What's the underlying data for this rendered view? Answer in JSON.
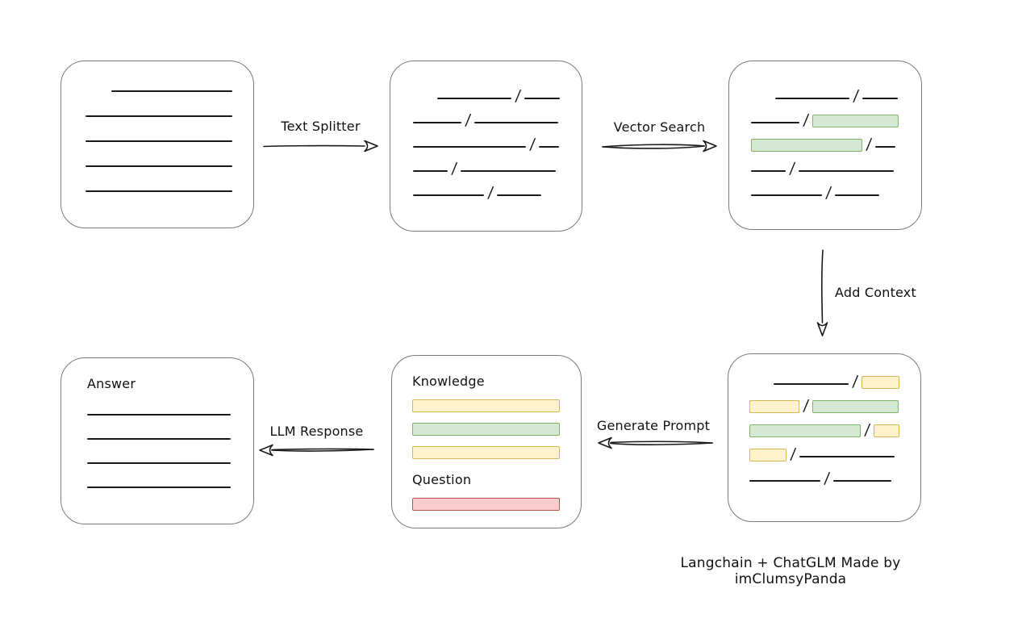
{
  "diagram": {
    "footer": "Langchain + ChatGLM Made by imClumsyPanda",
    "slash_char": "/",
    "colors": {
      "green_fill": "#d5e8d4",
      "green_border": "#82b366",
      "yellow_fill": "#fff2cc",
      "yellow_border": "#d6b656",
      "red_fill": "#f8cecc",
      "red_border": "#b85450",
      "box_border": "#7b7b7b",
      "line": "#1a1a1a"
    },
    "arrow_labels": {
      "text_splitter": "Text Splitter",
      "vector_search": "Vector Search",
      "add_context": "Add Context",
      "generate_prompt": "Generate Prompt",
      "llm_response": "LLM Response"
    },
    "prompt_box": {
      "knowledge_label": "Knowledge",
      "question_label": "Question",
      "knowledge_bars": [
        "yellow",
        "green",
        "yellow"
      ],
      "question_bars": [
        "red"
      ]
    },
    "answer_box": {
      "label": "Answer"
    },
    "boxes": {
      "source_document": {
        "rows": [
          [
            {
              "t": "line",
              "w": 150,
              "indent": 32
            }
          ],
          [
            {
              "t": "line",
              "w": 182
            }
          ],
          [
            {
              "t": "line",
              "w": 182
            }
          ],
          [
            {
              "t": "line",
              "w": 182
            }
          ],
          [
            {
              "t": "line",
              "w": 182
            }
          ]
        ]
      },
      "split_chunks": {
        "rows": [
          [
            {
              "t": "line",
              "w": 92,
              "indent": 30
            },
            {
              "t": "line",
              "w": 44
            }
          ],
          [
            {
              "t": "line",
              "w": 60
            },
            {
              "t": "line",
              "w": 104
            }
          ],
          [
            {
              "t": "line",
              "w": 140
            },
            {
              "t": "line",
              "w": 25
            }
          ],
          [
            {
              "t": "line",
              "w": 43
            },
            {
              "t": "line",
              "w": 118
            }
          ],
          [
            {
              "t": "line",
              "w": 88
            },
            {
              "t": "line",
              "w": 55
            }
          ]
        ]
      },
      "matched_chunks": {
        "rows": [
          [
            {
              "t": "line",
              "w": 92,
              "indent": 30
            },
            {
              "t": "line",
              "w": 44
            }
          ],
          [
            {
              "t": "line",
              "w": 60
            },
            {
              "t": "green",
              "w": 107
            }
          ],
          [
            {
              "t": "green",
              "w": 138
            },
            {
              "t": "line",
              "w": 25
            }
          ],
          [
            {
              "t": "line",
              "w": 43
            },
            {
              "t": "line",
              "w": 118
            }
          ],
          [
            {
              "t": "line",
              "w": 88
            },
            {
              "t": "line",
              "w": 55
            }
          ]
        ]
      },
      "context_chunks": {
        "rows": [
          [
            {
              "t": "line",
              "w": 93,
              "indent": 30
            },
            {
              "t": "yellow",
              "w": 47
            }
          ],
          [
            {
              "t": "yellow",
              "w": 62
            },
            {
              "t": "green",
              "w": 107
            }
          ],
          [
            {
              "t": "green",
              "w": 138
            },
            {
              "t": "yellow",
              "w": 32
            }
          ],
          [
            {
              "t": "yellow",
              "w": 46
            },
            {
              "t": "line",
              "w": 118
            }
          ],
          [
            {
              "t": "line",
              "w": 88
            },
            {
              "t": "line",
              "w": 72
            }
          ]
        ]
      },
      "answer_lines": {
        "rows": [
          [
            {
              "t": "line",
              "w": 178
            }
          ],
          [
            {
              "t": "line",
              "w": 178
            }
          ],
          [
            {
              "t": "line",
              "w": 178
            }
          ],
          [
            {
              "t": "line",
              "w": 178
            }
          ]
        ]
      }
    }
  }
}
